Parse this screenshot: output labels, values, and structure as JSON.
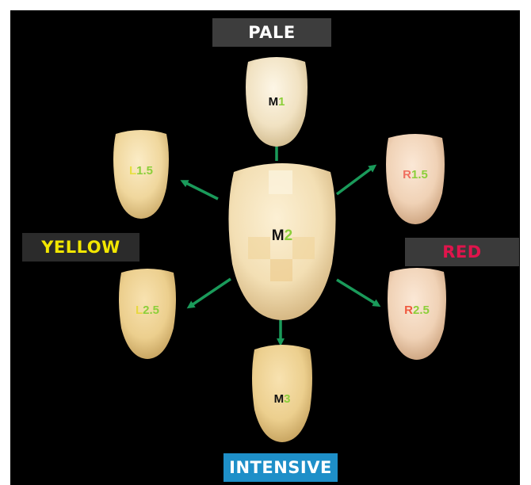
{
  "labels": {
    "pale": "PALE",
    "yellow": "YELLOW",
    "red": "RED",
    "intensive": "INTENSIVE"
  },
  "colors": {
    "pale_bg": "#3d3d3d",
    "pale_text": "#ffffff",
    "yellow_bg": "#2b2b2b",
    "yellow_text": "#f2e600",
    "red_bg": "#3a3a3a",
    "red_text": "#e0144c",
    "intensive_bg": "#1e8fc8",
    "intensive_text": "#ffffff",
    "arrow": "#1a9a5a",
    "green_digit": "#8ccf3a"
  },
  "teeth": {
    "m1": {
      "part1": "M",
      "part2": "1"
    },
    "m2": {
      "part1": "M",
      "part2": "2"
    },
    "m3": {
      "part1": "M",
      "part2": "3"
    },
    "l15": {
      "part1": "L",
      "part2": "1.5"
    },
    "l25": {
      "part1": "L",
      "part2": "2.5"
    },
    "r15": {
      "part1": "R",
      "part2": "1.5"
    },
    "r25": {
      "part1": "R",
      "part2": "2.5"
    }
  }
}
